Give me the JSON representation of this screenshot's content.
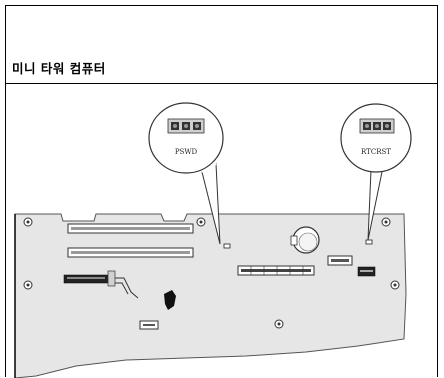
{
  "document": {
    "title": "미니 타워 컴퓨터"
  },
  "figure": {
    "callout_left_label": "PSWD",
    "callout_right_label": "RTCRST",
    "icons": [
      "jumper-icon",
      "motherboard-diagram"
    ]
  }
}
